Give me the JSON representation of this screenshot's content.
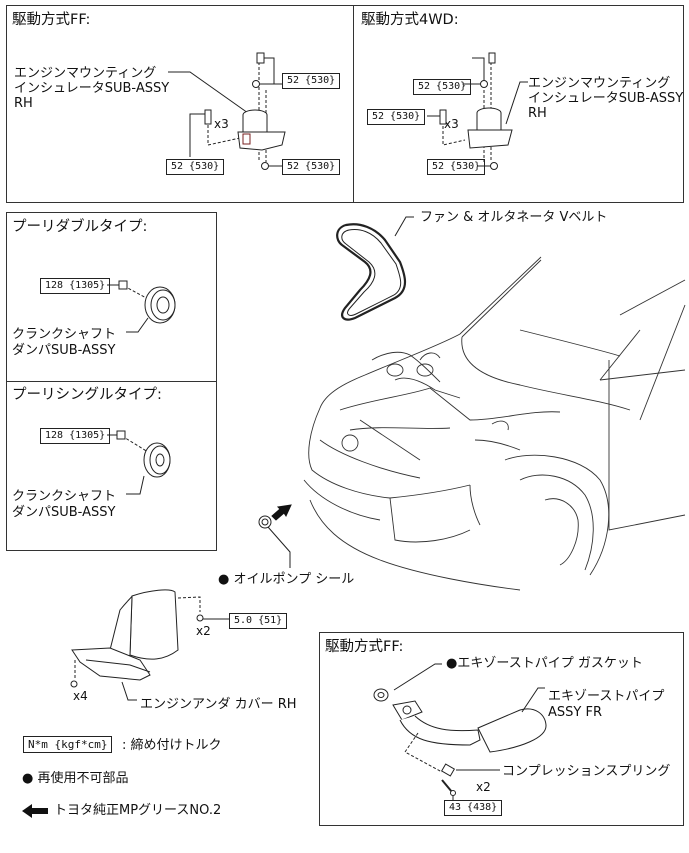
{
  "panels": {
    "ff_mount": {
      "title": "駆動方式FF:",
      "part_name_line1": "エンジンマウンティング",
      "part_name_line2": "インシュレータSUB-ASSY",
      "part_name_line3": "RH",
      "torque_top": "52 {530}",
      "torque_left": "52 {530}",
      "torque_bottom": "52 {530}",
      "qty_bolts": "x3"
    },
    "wd4_mount": {
      "title": "駆動方式4WD:",
      "part_name_line1": "エンジンマウンティング",
      "part_name_line2": "インシュレータSUB-ASSY",
      "part_name_line3": "RH",
      "torque_top": "52 {530}",
      "torque_left": "52 {530}",
      "torque_bottom": "52 {530}",
      "qty_bolts": "x3"
    },
    "pulley_double": {
      "title": "プーリダブルタイプ:",
      "torque": "128 {1305}",
      "part_name_line1": "クランクシャフト",
      "part_name_line2": "ダンパSUB-ASSY"
    },
    "pulley_single": {
      "title": "プーリシングルタイプ:",
      "torque": "128 {1305}",
      "part_name_line1": "クランクシャフト",
      "part_name_line2": "ダンパSUB-ASSY"
    },
    "exhaust_ff": {
      "title": "駆動方式FF:",
      "gasket": "●エキゾーストパイプ ガスケット",
      "pipe_line1": "エキゾーストパイプ",
      "pipe_line2": "ASSY FR",
      "spring": "コンプレッションスプリング",
      "qty": "x2",
      "torque": "43 {438}"
    }
  },
  "main": {
    "belt_label": "ファン & オルタネータ Vベルト",
    "oil_seal_label": "● オイルポンプ シール",
    "under_cover_label": "エンジンアンダ カバー RH",
    "under_cover_torque": "5.0 {51}",
    "under_cover_qty_right": "x2",
    "under_cover_qty_left": "x4"
  },
  "legend": {
    "torque_unit": "N*m {kgf*cm}",
    "torque_desc": ": 締め付けトルク",
    "non_reusable": "● 再使用不可部品",
    "grease": "トヨタ純正MPグリースNO.2"
  }
}
